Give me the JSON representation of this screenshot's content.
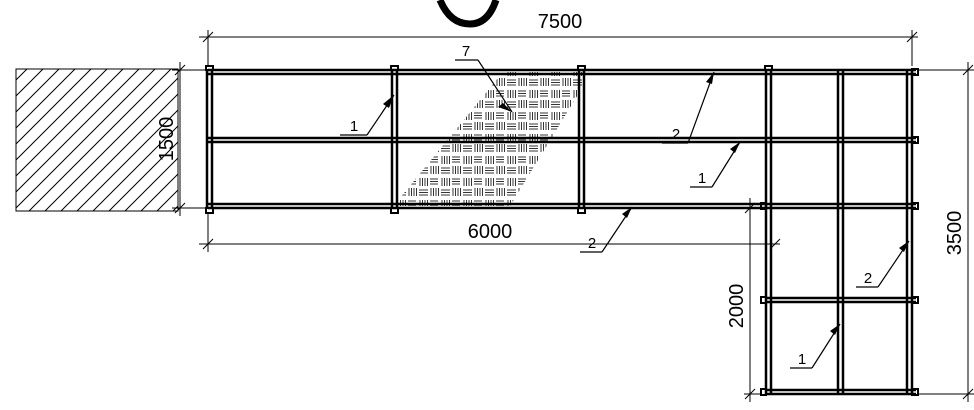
{
  "dimensions": {
    "overall_length": "7500",
    "main_length": "6000",
    "main_width": "1500",
    "overall_height": "3500",
    "branch_length": "2000"
  },
  "callouts": {
    "panel": "7",
    "label_1": "1",
    "label_2": "2"
  }
}
